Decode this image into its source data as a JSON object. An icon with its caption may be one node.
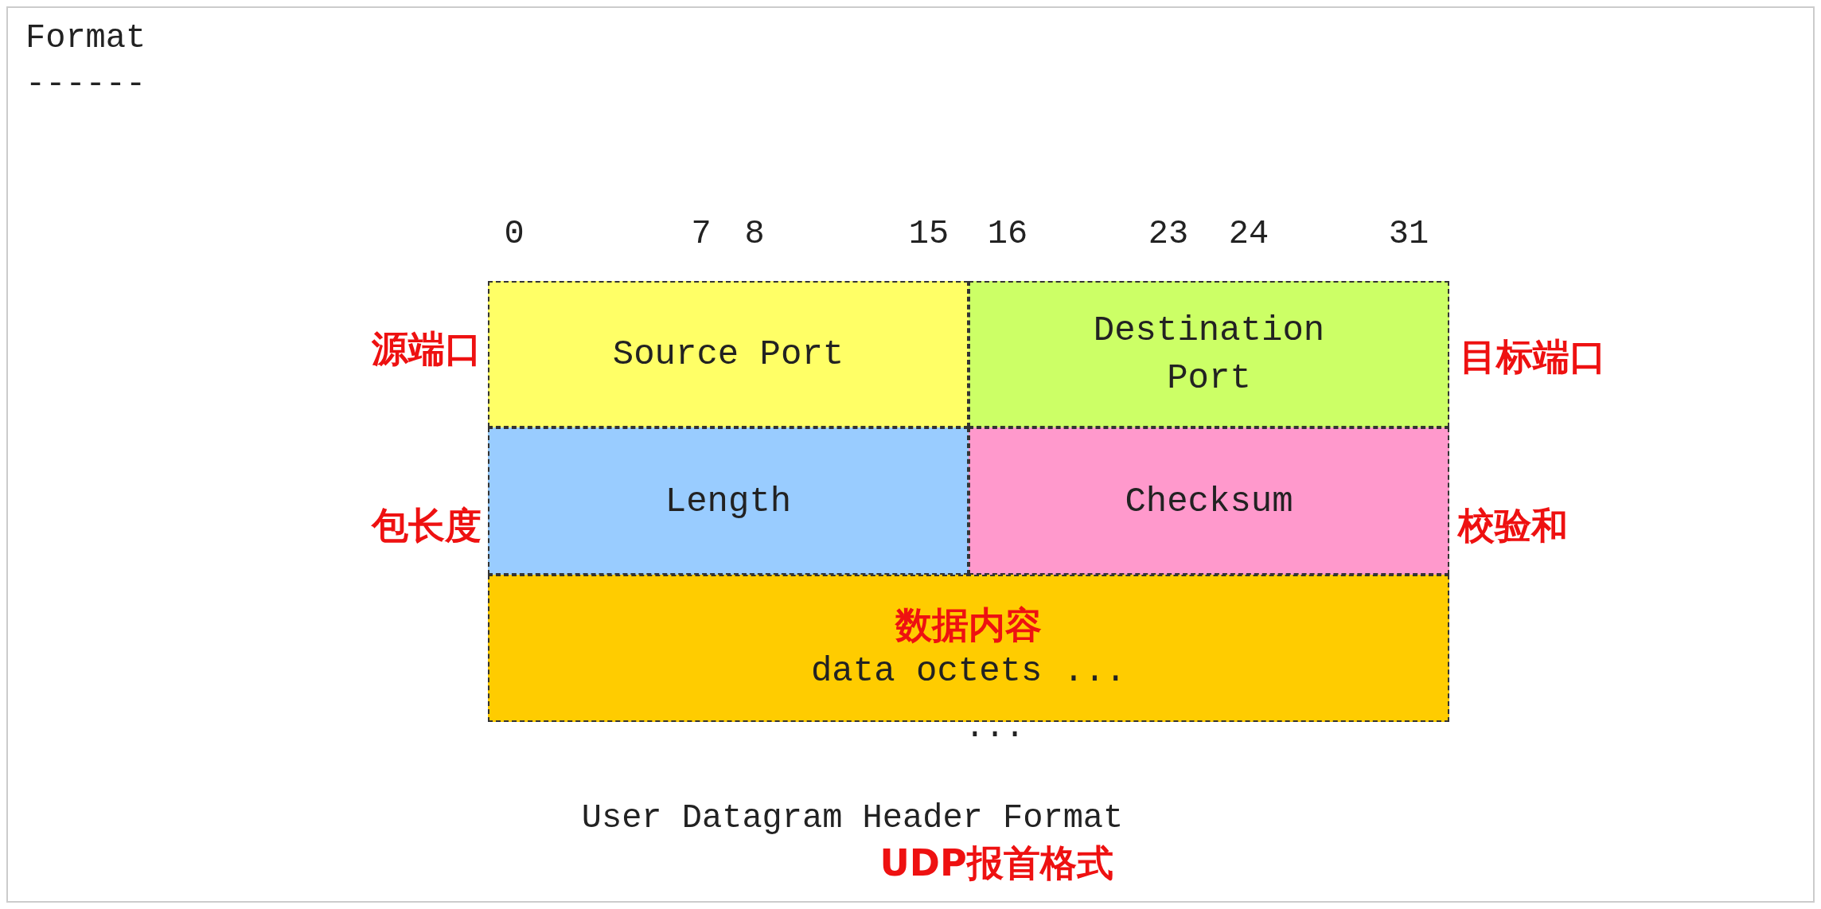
{
  "diagram": {
    "title": "Format",
    "caption": "User Datagram Header Format",
    "nodes": [
      {
        "text": [
          "Source Port"
        ],
        "beside": [
          "源端口"
        ]
      },
      {
        "text": [
          "Destination Port"
        ],
        "beside": [
          "目标端口"
        ]
      },
      {
        "text": [
          "Length"
        ],
        "beside": [
          "包长度"
        ]
      },
      {
        "text": [
          "Checksum"
        ],
        "beside": [
          "校验和"
        ]
      },
      {
        "text": [
          "数据内容",
          "data octets ..."
        ]
      }
    ],
    "labels": [
      "------",
      "0",
      "7",
      "8",
      "15",
      "16",
      "23",
      "24",
      "31",
      "...",
      "UDP报首格式"
    ]
  }
}
